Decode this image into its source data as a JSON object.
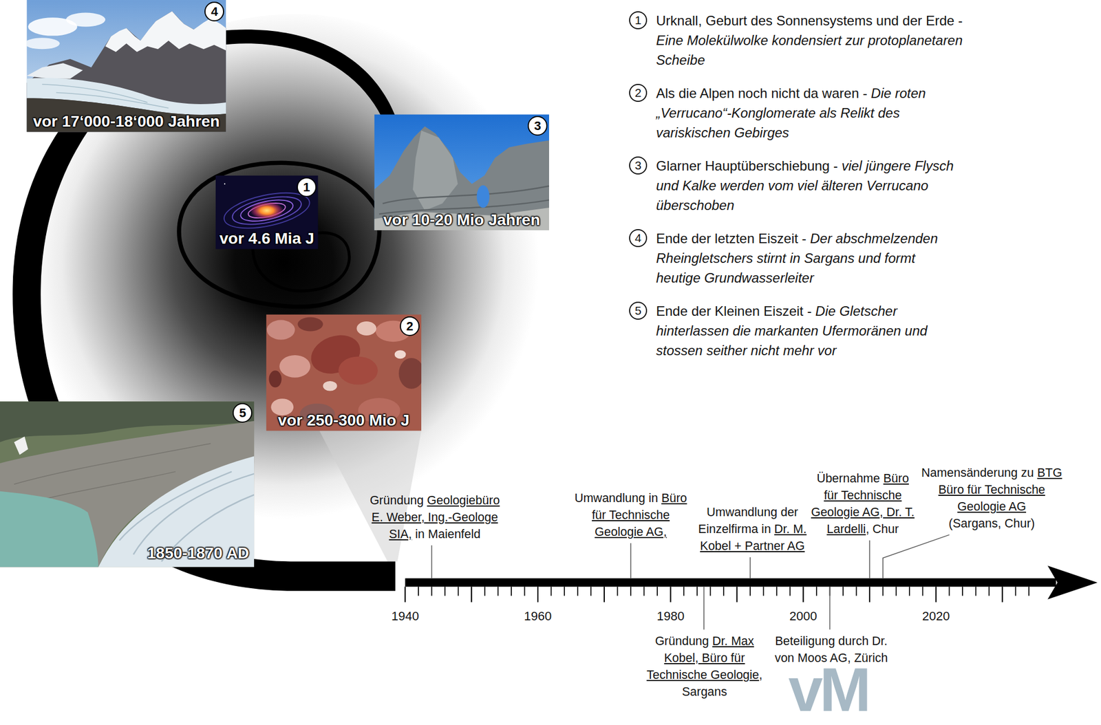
{
  "diagram": {
    "nodes": [
      {
        "text": [
          "vor 4.6 Mia J",
          "1"
        ]
      },
      {
        "text": [
          "vor 250-300 Mio J",
          "2"
        ]
      },
      {
        "text": [
          "vor 10-20 Mio Jahren",
          "3"
        ]
      },
      {
        "text": [
          "vor 17‘000-18‘000 Jahren",
          "4"
        ]
      },
      {
        "text": [
          "1850-1870 AD",
          "5"
        ]
      }
    ],
    "labels": [
      "1",
      "Urknall, Geburt des Sonnensystems und der Erde -",
      "Eine Molekülwolke kondensiert zur protoplanetaren Scheibe",
      "2",
      "Als die Alpen noch nicht da waren -",
      "Die roten „Verrucano“-Konglomerate als Relikt des variskischen Gebirges",
      "3",
      "Glarner Hauptüberschiebung -",
      "viel jüngere Flysch und Kalke werden vom viel älteren Verrucano überschoben",
      "4",
      "Ende der letzten Eiszeit -",
      "Der abschmelzenden Rheingletschers stirnt in Sargans und formt heutige Grundwasserleiter",
      "5",
      "Ende der Kleinen Eiszeit -",
      "Die Gletscher hinterlassen die markanten Ufermoränen und stossen seither nicht mehr vor",
      "Gründung",
      "Geologiebüro E. Weber, Ing.-Geologe SIA,",
      "in Maienfeld",
      "Umwandlung in",
      "Büro für Technische Geologie AG,",
      "Umwandlung der Einzelfirma in",
      "Dr. M. Kobel + Partner AG",
      "Übernahme",
      "Büro für Technische Geologie AG, Dr. T. Lardelli",
      ", Chur",
      "Namensänderung zu",
      "BTG Büro für Technische Geologie AG",
      "(Sargans, Chur)",
      "Gründung",
      "Dr. Max Kobel, Büro für Technische Geologie",
      ", Sargans",
      "Beteiligung durch Dr. von Moos AG, Zürich",
      "1940",
      "1960",
      "1980",
      "2000",
      "2020",
      "vM"
    ]
  }
}
